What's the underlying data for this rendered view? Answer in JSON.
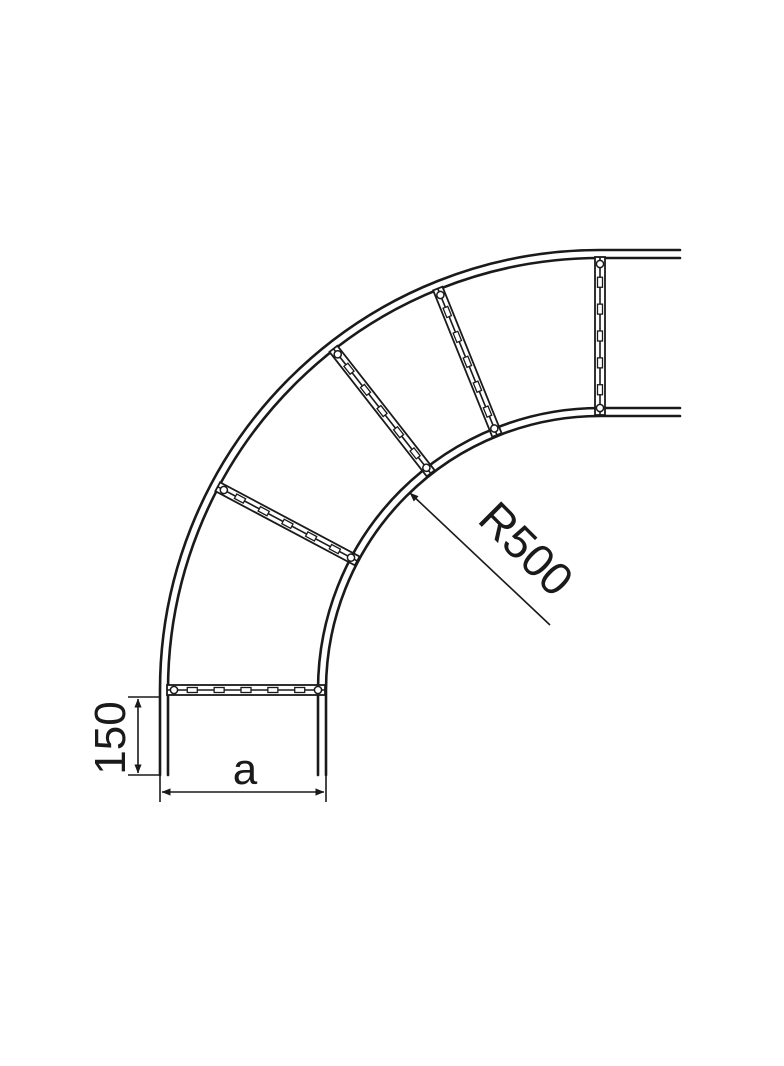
{
  "drawing": {
    "title": "",
    "dimensions": {
      "radius_label": "R500",
      "height_label": "150",
      "width_label": "a"
    },
    "colors": {
      "line": "#1a1a1a",
      "background": "#ffffff"
    }
  }
}
